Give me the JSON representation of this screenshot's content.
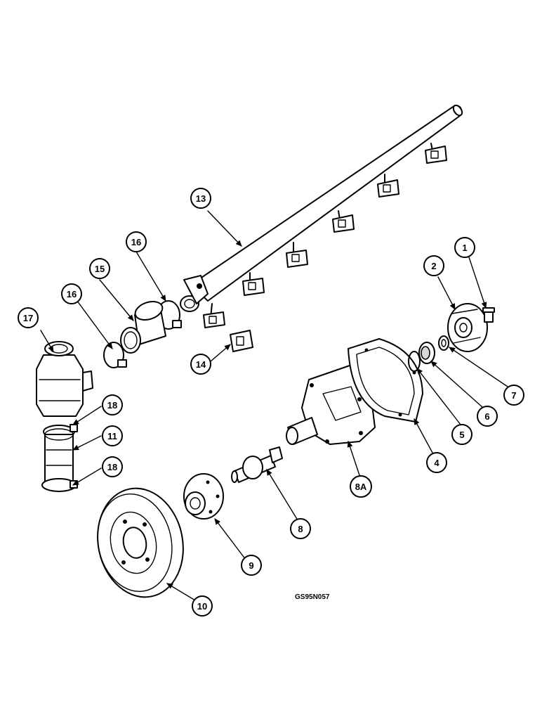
{
  "figure_code": "GS95N057",
  "callouts": [
    {
      "id": "c1",
      "label": "1"
    },
    {
      "id": "c2",
      "label": "2"
    },
    {
      "id": "c4",
      "label": "4"
    },
    {
      "id": "c5",
      "label": "5"
    },
    {
      "id": "c6",
      "label": "6"
    },
    {
      "id": "c7",
      "label": "7"
    },
    {
      "id": "c8",
      "label": "8"
    },
    {
      "id": "c8a",
      "label": "8A"
    },
    {
      "id": "c9",
      "label": "9"
    },
    {
      "id": "c10",
      "label": "10"
    },
    {
      "id": "c11",
      "label": "11"
    },
    {
      "id": "c13",
      "label": "13"
    },
    {
      "id": "c14",
      "label": "14"
    },
    {
      "id": "c15",
      "label": "15"
    },
    {
      "id": "c16a",
      "label": "16"
    },
    {
      "id": "c16b",
      "label": "16"
    },
    {
      "id": "c17",
      "label": "17"
    },
    {
      "id": "c18a",
      "label": "18"
    },
    {
      "id": "c18b",
      "label": "18"
    }
  ]
}
